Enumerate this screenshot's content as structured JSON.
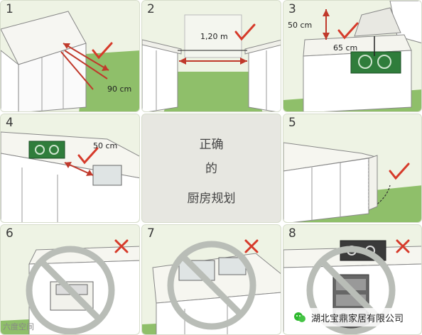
{
  "panels": [
    {
      "number": "1",
      "measure": "90 cm",
      "mark": "check"
    },
    {
      "number": "2",
      "measure": "1,20 m",
      "mark": "check"
    },
    {
      "number": "3",
      "measure_a": "50 cm",
      "measure_b": "65 cm",
      "mark": "check"
    },
    {
      "number": "4",
      "measure": "50 cm",
      "mark": "check"
    },
    {
      "number": "5",
      "mark": "check"
    },
    {
      "number": "6",
      "mark": "cross"
    },
    {
      "number": "7",
      "mark": "cross"
    },
    {
      "number": "8",
      "mark": "cross"
    }
  ],
  "center": {
    "line1": "正确",
    "line2": "的",
    "line3": "厨房规划"
  },
  "watermark_left": "六度空间",
  "watermark_right": "湖北宝鼎家居有限公司",
  "colors": {
    "panel_bg": "#eef3e4",
    "floor": "#8fbf6a",
    "arrow": "#c0392b",
    "mark": "#d63a2a",
    "prohibit": "#b9bdb7"
  }
}
